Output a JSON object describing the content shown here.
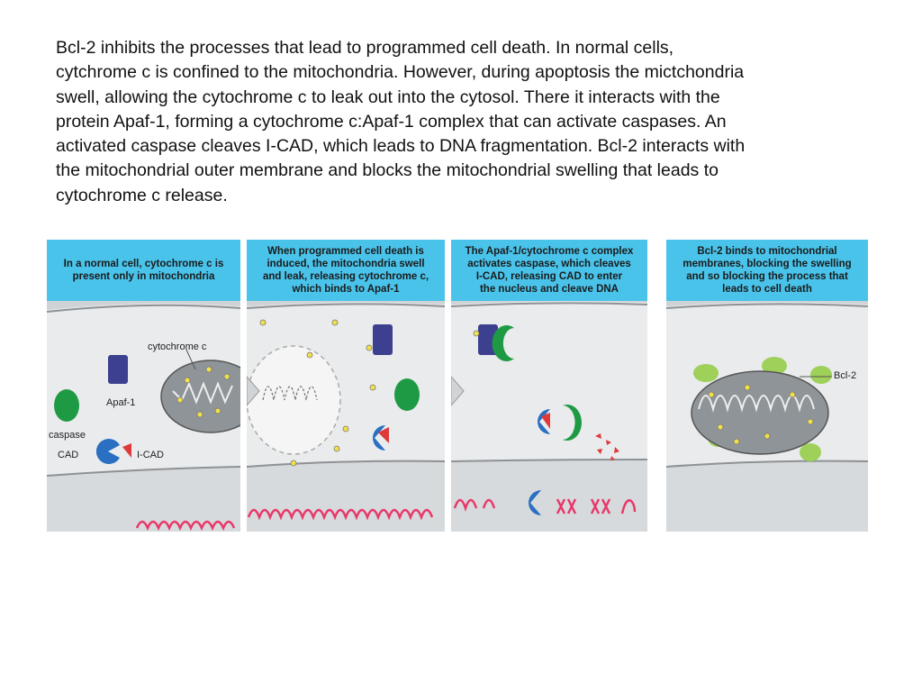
{
  "intro_text": "Bcl-2 inhibits the processes that lead to programmed cell death. In normal cells,\ncytchrome c is confined to the mitochondria. However, during apoptosis the mictchondria\nswell, allowing the cytochrome c to leak out into the cytosol. There  it interacts with the\nprotein Apaf-1, forming a cytochrome c:Apaf-1 complex that can activate caspases. An\nactivated caspase cleaves I-CAD, which leads to DNA fragmentation. Bcl-2 interacts with\nthe mitochondrial outer membrane and blocks the mitochondrial swelling that leads to\ncytochrome c release.",
  "panels": [
    {
      "caption": "In a normal cell, cytochrome c is\npresent only in mitochondria"
    },
    {
      "caption": "When programmed cell death is\ninduced, the mitochondria swell\nand leak, releasing cytochrome c,\nwhich binds to Apaf-1"
    },
    {
      "caption": "The Apaf-1/cytochrome c complex\nactivates caspase, which cleaves\nI-CAD, releasing CAD to enter\nthe nucleus and cleave DNA"
    },
    {
      "caption": "Bcl-2 binds to mitochondrial\nmembranes, blocking the swelling\nand so blocking the process that\nleads to cell death"
    }
  ],
  "labels": {
    "cytochrome": "cytochrome c",
    "apaf": "Apaf-1",
    "caspase": "caspase",
    "cad": "CAD",
    "icad": "I-CAD",
    "bcl2": "Bcl-2"
  },
  "colors": {
    "caption_bg": "#49c3ea",
    "apaf1": "#3d3f8f",
    "caspase": "#1f9a44",
    "cad": "#2a6fc2",
    "icad": "#e0393b",
    "bcl2": "#9ed05a",
    "dna": "#e8386a",
    "cytochrome": "#f2e04a"
  }
}
